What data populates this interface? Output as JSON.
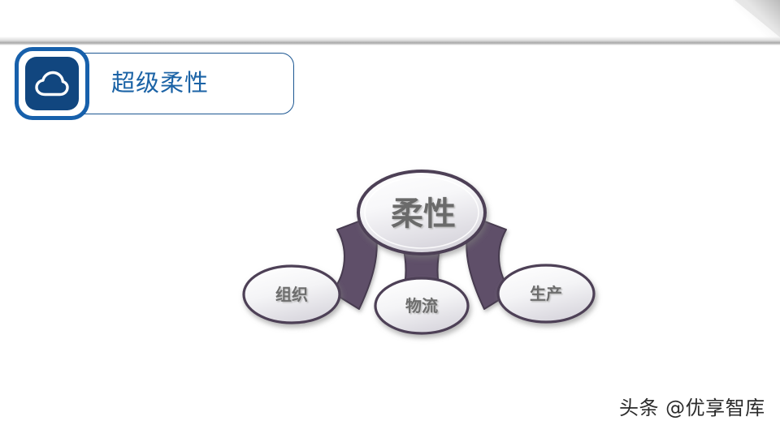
{
  "slide": {
    "background_color": "#ffffff",
    "accent_blue": "#1760ab",
    "icon_box_color": "#11467f",
    "title_color": "#1b63a6",
    "node_border_color": "#4e3f56",
    "connector_color": "#5f4f69",
    "node_text_color": "#6d6d6d"
  },
  "header": {
    "icon_name": "cloud-icon",
    "title": "超级柔性"
  },
  "diagram": {
    "type": "hub-and-spoke",
    "center_node": {
      "label": "柔性",
      "font_size": 40
    },
    "leaf_nodes": [
      {
        "label": "组织",
        "font_size": 20
      },
      {
        "label": "物流",
        "font_size": 20
      },
      {
        "label": "生产",
        "font_size": 20
      }
    ]
  },
  "watermark": {
    "text": "头条 @优享智库"
  }
}
